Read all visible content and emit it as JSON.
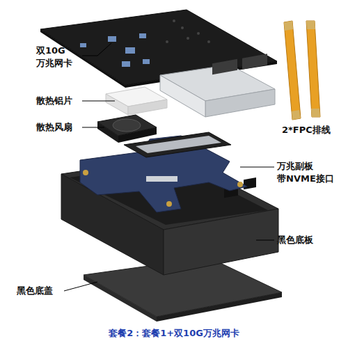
{
  "diagram": {
    "caption": "套餐2：套餐1+双10G万兆网卡",
    "labels": [
      "双10G 万兆网卡",
      "散热铝片",
      "散热风扇",
      "2*FPC排线",
      "万兆副板 带NVME接口",
      "黑色底板",
      "黑色底盖"
    ]
  }
}
